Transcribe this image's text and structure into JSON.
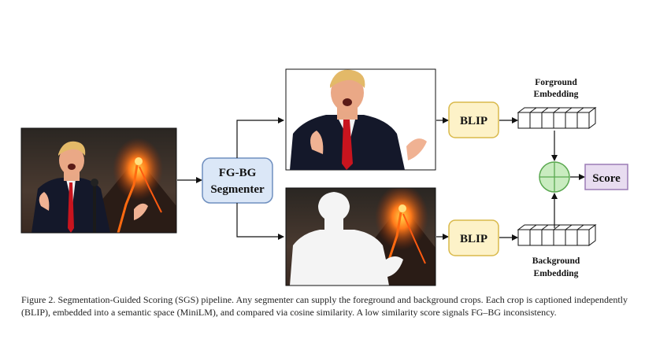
{
  "diagram": {
    "segmenter_label_line1": "FG-BG",
    "segmenter_label_line2": "Segmenter",
    "blip_top_label": "BLIP",
    "blip_bottom_label": "BLIP",
    "fg_embedding_line1": "Forground",
    "fg_embedding_line2": "Embedding",
    "bg_embedding_line1": "Background",
    "bg_embedding_line2": "Embedding",
    "score_label": "Score",
    "combine_icon": "plus-circle-icon",
    "colors": {
      "segmenter_fill": "#dbe7f7",
      "segmenter_stroke": "#6f8fbf",
      "blip_fill": "#fdf2c8",
      "blip_stroke": "#d9b94a",
      "combine_fill": "#c9ecc0",
      "combine_stroke": "#5aa850",
      "score_fill": "#e8dcf0",
      "score_stroke": "#9b7bb5"
    }
  },
  "caption": "Figure 2. Segmentation-Guided Scoring (SGS) pipeline. Any segmenter can supply the foreground and background crops. Each crop is captioned independently (BLIP), embedded into a semantic space (MiniLM), and compared via cosine similarity. A low similarity score signals FG–BG inconsistency."
}
